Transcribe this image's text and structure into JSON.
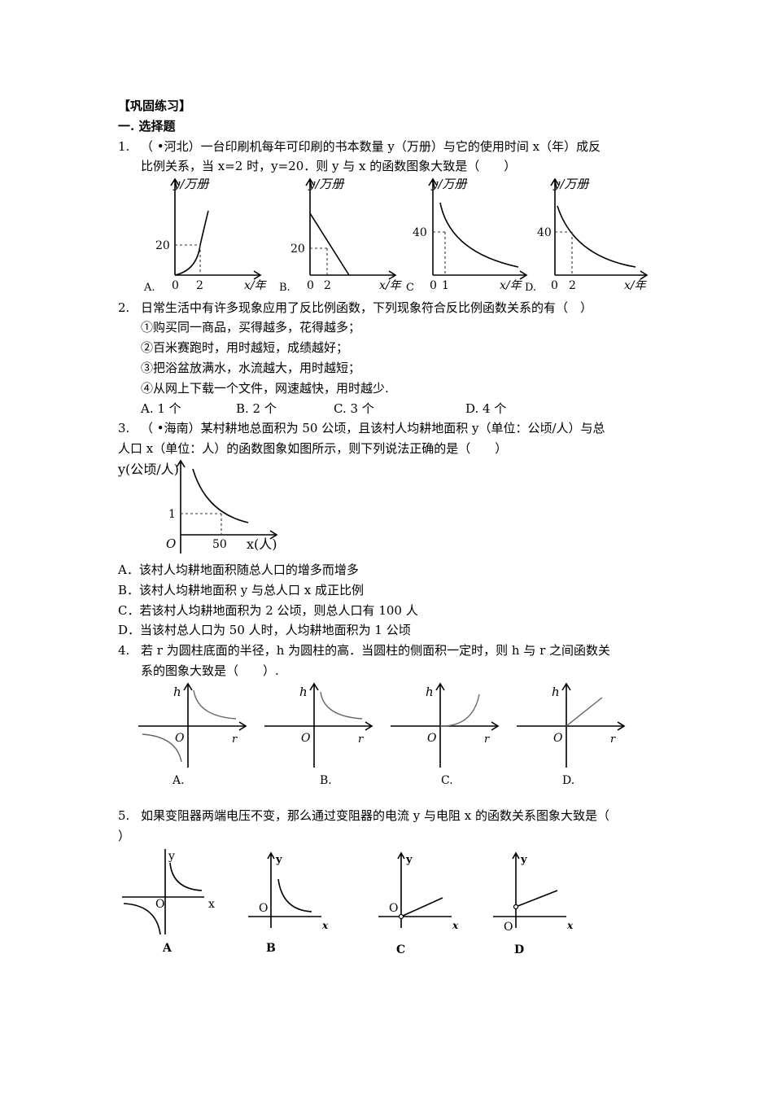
{
  "section_title": "【巩固练习】",
  "part_heading": "一. 选择题",
  "q1": {
    "num": "1.",
    "line1": "（ •河北）一台印刷机每年可印刷的书本数量 y（万册）与它的使用时间 x（年）成反",
    "line2": "比例关系，当 x=2 时，y=20．则 y 与 x 的函数图象大致是（　　）",
    "y_label": "y/万册",
    "x_label": "x/年",
    "origin": "0",
    "graphs": [
      {
        "letter": "A.",
        "y_tick": "20",
        "x_tick": "2"
      },
      {
        "letter": "B.",
        "y_tick": "20",
        "x_tick": "2"
      },
      {
        "letter": "C",
        "y_tick": "40",
        "x_tick": "1"
      },
      {
        "letter": "D.",
        "y_tick": "40",
        "x_tick": "2"
      }
    ]
  },
  "q2": {
    "num": "2.",
    "stem": "日常生活中有许多现象应用了反比例函数，下列现象符合反比例函数关系的有（　）",
    "items": [
      "①购买同一商品，买得越多，花得越多；",
      "②百米赛跑时，用时越短，成绩越好；",
      "③把浴盆放满水，水流越大，用时越短；",
      "④从网上下载一个文件，网速越快，用时越少."
    ],
    "options": [
      "A.  1 个",
      "B.  2 个",
      "C.  3 个",
      "D.  4 个"
    ]
  },
  "q3": {
    "num": "3.",
    "line1": "（ •海南）某村耕地总面积为 50 公顷，且该村人均耕地面积 y（单位：公顷/人）与总",
    "line2": "人口 x（单位：人）的函数图象如图所示，则下列说法正确的是（　　）",
    "y_label": "y(公顷/人)",
    "x_label": "x(人)",
    "origin": "O",
    "y_tick": "1",
    "x_tick": "50",
    "options": [
      "A．该村人均耕地面积随总人口的增多而增多",
      "B．该村人均耕地面积 y 与总人口 x 成正比例",
      "C．若该村人均耕地面积为 2 公顷，则总人口有 100 人",
      "D．当该村总人口为 50 人时，人均耕地面积为 1 公顷"
    ]
  },
  "q4": {
    "num": "4.",
    "line1": "若 r 为圆柱底面的半径，h 为圆柱的高．当圆柱的侧面积一定时，则 h 与 r 之间函数关",
    "line2": "系的图象大致是（　　）.",
    "y_label": "h",
    "x_label": "r",
    "origin": "O",
    "letters": [
      "A.",
      "B.",
      "C.",
      "D."
    ]
  },
  "q5": {
    "num": "5.",
    "line1": "如果变阻器两端电压不变，那么通过变阻器的电流 y 与电阻 x 的函数关系图象大致是（",
    "line2": "）",
    "y_label": "y",
    "x_label": "x",
    "origin": "O",
    "letters": [
      "A",
      "B",
      "C",
      "D"
    ]
  }
}
